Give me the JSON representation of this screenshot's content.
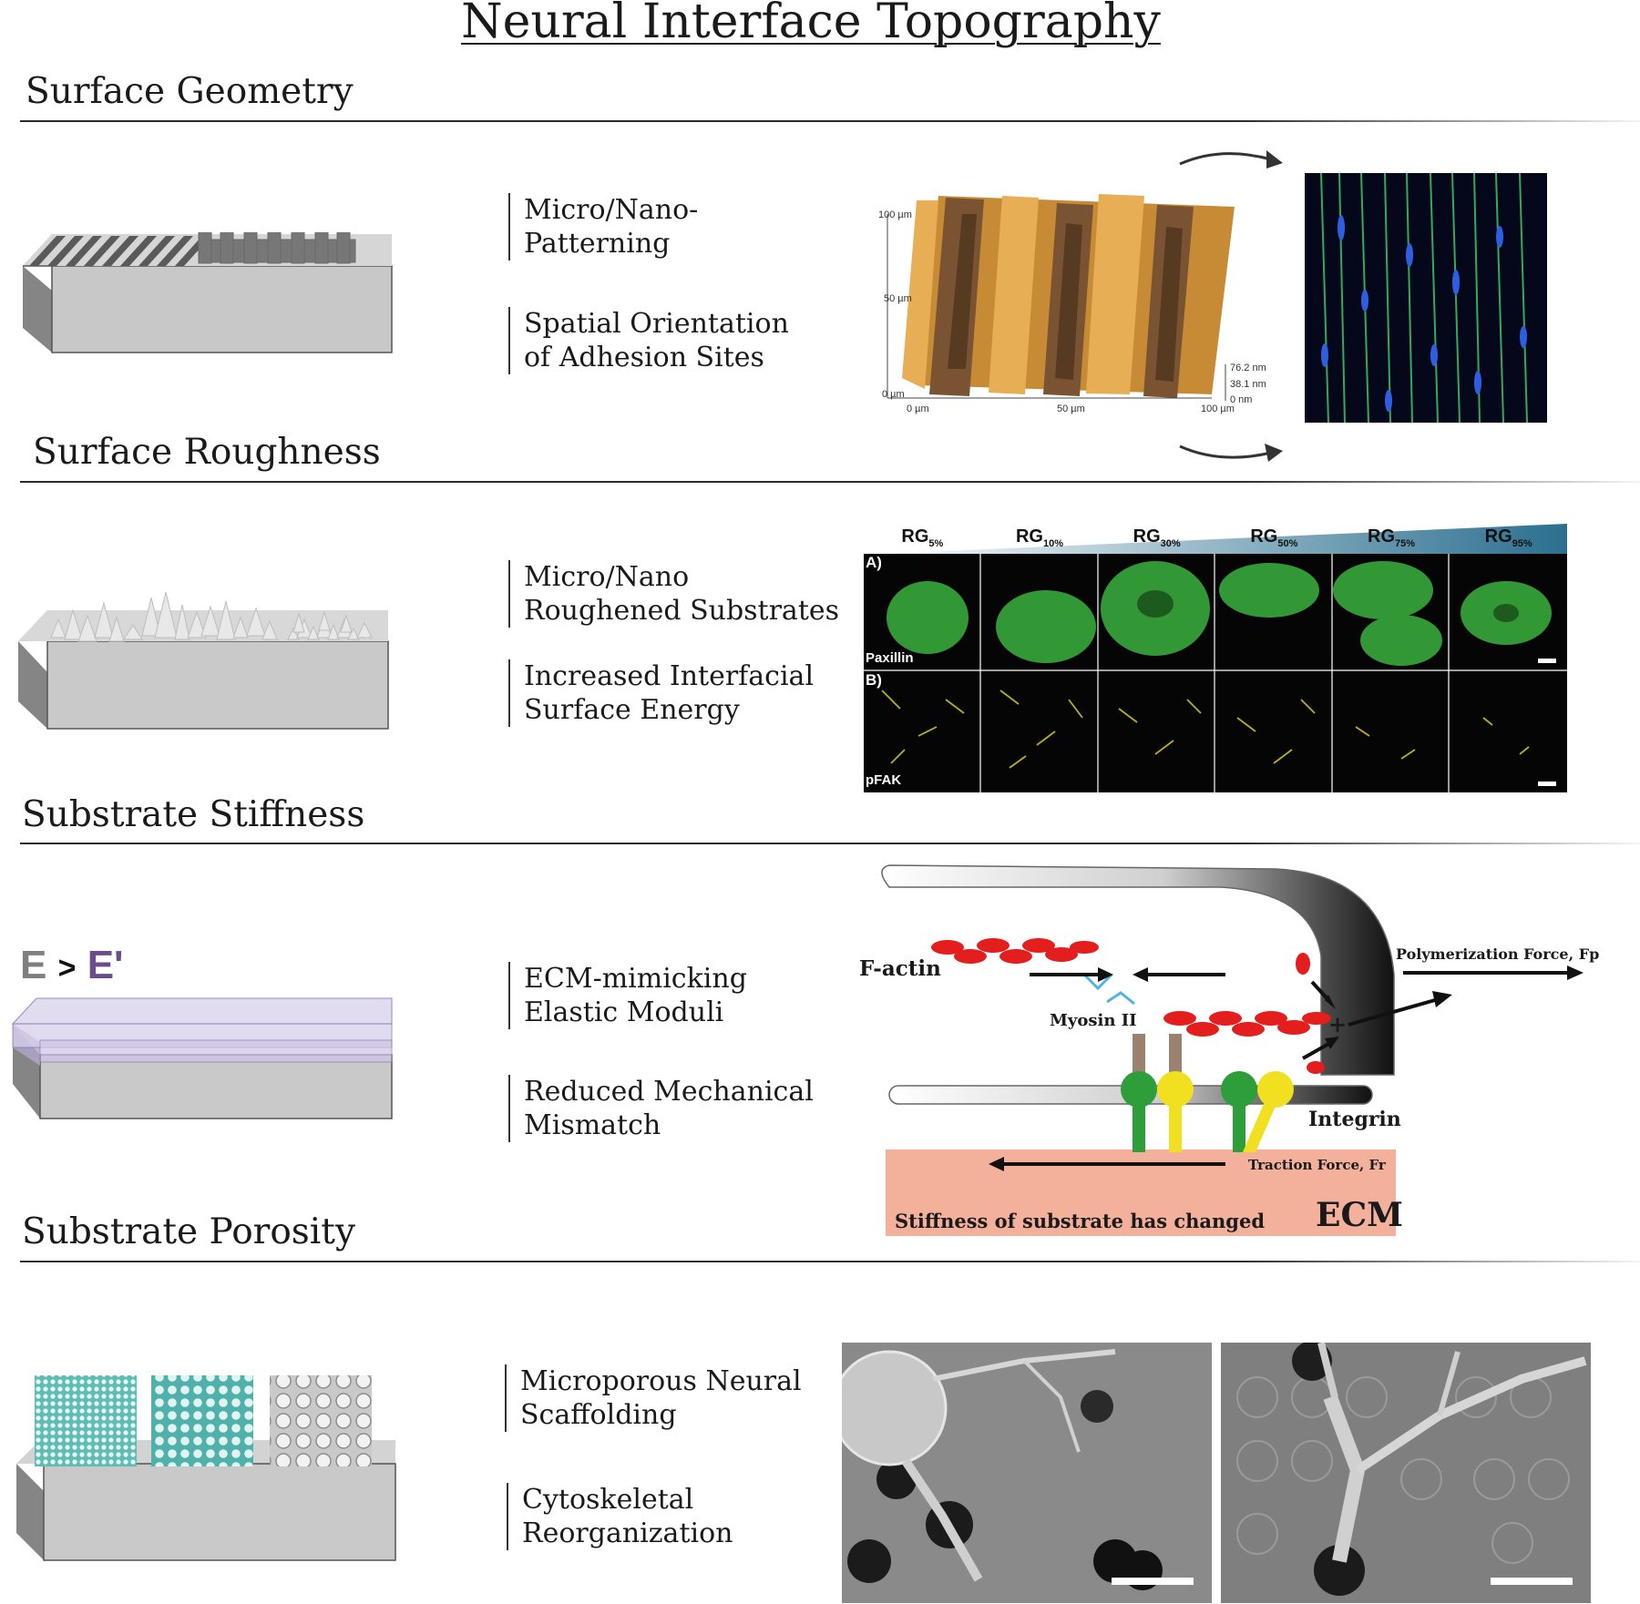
{
  "title": "Neural Interface Topography",
  "sections": [
    {
      "heading": "Surface Geometry",
      "bullets": [
        "Micro/Nano-\nPatterning",
        "Spatial Orientation\nof Adhesion Sites"
      ]
    },
    {
      "heading": "Surface Roughness",
      "bullets": [
        "Micro/Nano\nRoughened Substrates",
        "Increased Interfacial\nSurface Energy"
      ]
    },
    {
      "heading": "Substrate Stiffness",
      "bullets": [
        "ECM-mimicking\nElastic Moduli",
        "Reduced Mechanical\nMismatch"
      ]
    },
    {
      "heading": "Substrate Porosity",
      "bullets": [
        "Microporous Neural\nScaffolding",
        "Cytoskeletal\nReorganization"
      ]
    }
  ],
  "afm": {
    "y_ticks": [
      "100 µm",
      "50 µm",
      "0 µm"
    ],
    "x_ticks": [
      "0 µm",
      "50 µm",
      "100 µm"
    ],
    "z_ticks": [
      "76.2 nm",
      "38.1 nm",
      "0 nm"
    ]
  },
  "roughness_panel": {
    "columns": [
      {
        "base": "RG",
        "sub": "5%"
      },
      {
        "base": "RG",
        "sub": "10%"
      },
      {
        "base": "RG",
        "sub": "30%"
      },
      {
        "base": "RG",
        "sub": "50%"
      },
      {
        "base": "RG",
        "sub": "75%"
      },
      {
        "base": "RG",
        "sub": "95%"
      }
    ],
    "row_a": "A)",
    "row_b": "B)",
    "label_a": "Paxillin",
    "label_b": "pFAK"
  },
  "stiffness": {
    "e": "E",
    "gt": ">",
    "eprime": "E'"
  },
  "mechanism": {
    "f_actin": "F-actin",
    "myosin": "Myosin II",
    "polymerization": "Polymerization Force, Fp",
    "integrin": "Integrin",
    "traction": "Traction Force, Fr",
    "ecm_note": "Stiffness of substrate has changed",
    "ecm": "ECM",
    "plus": "+"
  },
  "colors": {
    "afm_gold": "#e3a84a",
    "ecm": "#f3b09a",
    "actin": "#e41d1d",
    "integrin_green": "#2e9e3a",
    "integrin_yellow": "#f0e020",
    "pore_teal": "#5fbdb6",
    "gradient_blue": "#2b6f8f"
  }
}
